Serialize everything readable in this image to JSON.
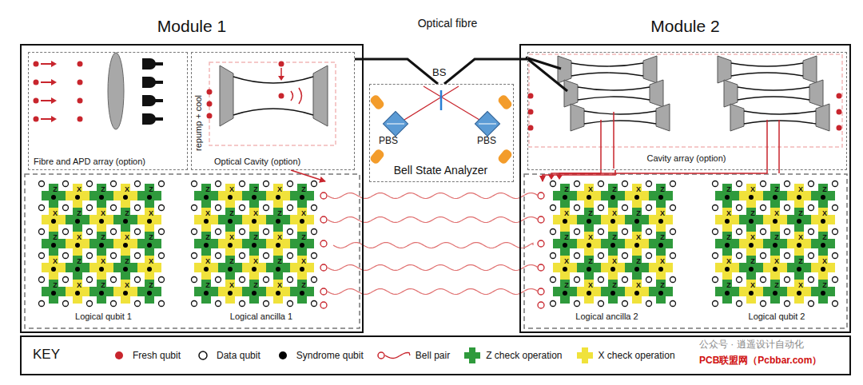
{
  "diagram": {
    "nodes": [
      {
        "text": [
          "Module 1"
        ]
      },
      {
        "text": [
          "Fibre and APD array (option)"
        ],
        "in": 0
      },
      {
        "text": [
          "Optical Cavity (option)",
          "repump + cool"
        ],
        "in": 0
      },
      {
        "text": [
          "Logical qubit 1"
        ],
        "in": 0
      },
      {
        "text": [
          "Logical ancilla 1"
        ],
        "in": 0
      },
      {
        "text": [
          "Bell State Analyzer"
        ]
      },
      {
        "text": [
          "Module 2"
        ]
      },
      {
        "text": [
          "Cavity array (option)"
        ],
        "in": 6
      },
      {
        "text": [
          "Logical ancilla 2"
        ],
        "in": 6
      },
      {
        "text": [
          "Logical qubit 2"
        ],
        "in": 6
      },
      {
        "text": [
          "KEY"
        ]
      }
    ],
    "edges": [
      {
        "from": 2,
        "to": 5,
        "arrow": "none"
      },
      {
        "from": 5,
        "to": 7,
        "arrow": "none"
      },
      {
        "from": 2,
        "to": 4,
        "arrow": "to"
      },
      {
        "from": 7,
        "to": 8,
        "arrow": "to"
      },
      {
        "from": 4,
        "to": 8,
        "arrow": "none"
      }
    ],
    "labels": [
      "Optical fibre",
      "BS",
      "PBS",
      "PBS",
      "公众号 · 逍遥设计自动化",
      "PCB联盟网（Pcbbar.com）",
      "Z",
      "X",
      "Z",
      "X",
      "Z",
      "X",
      "Z",
      "X",
      "Z",
      "X",
      "Z",
      "X",
      "Z",
      "X",
      "Z",
      "X",
      "Z",
      "X",
      "Z",
      "X",
      "Z",
      "X",
      "Z",
      "X",
      "Z",
      "Z",
      "X",
      "Z",
      "X",
      "Z",
      "X",
      "Z",
      "X",
      "Z",
      "X",
      "Z",
      "X",
      "Z",
      "X",
      "Z",
      "X",
      "Z",
      "X",
      "Z",
      "X",
      "Z",
      "X",
      "Z",
      "X",
      "Z",
      "Z",
      "X",
      "Z",
      "X",
      "Z",
      "X",
      "Z",
      "X",
      "Z",
      "X",
      "Z",
      "X",
      "Z",
      "X",
      "Z",
      "X",
      "Z",
      "X",
      "Z",
      "X",
      "Z",
      "X",
      "Z",
      "X",
      "Z",
      "Z",
      "X",
      "Z",
      "X",
      "Z",
      "X",
      "Z",
      "X",
      "Z",
      "X",
      "Z",
      "X",
      "Z",
      "X",
      "Z",
      "X",
      "Z",
      "X",
      "Z",
      "X",
      "Z",
      "X",
      "Z",
      "X",
      "Z"
    ],
    "legend": [
      {
        "text": "Fresh qubit",
        "color": "#c8252d"
      },
      {
        "text": "Data qubit"
      },
      {
        "text": "Syndrome qubit",
        "color": "#000000"
      },
      {
        "text": "Bell pair"
      },
      {
        "text": "Z check operation",
        "color": "#2f9a3c"
      },
      {
        "text": "X check operation",
        "color": "#f0e23b"
      }
    ]
  }
}
